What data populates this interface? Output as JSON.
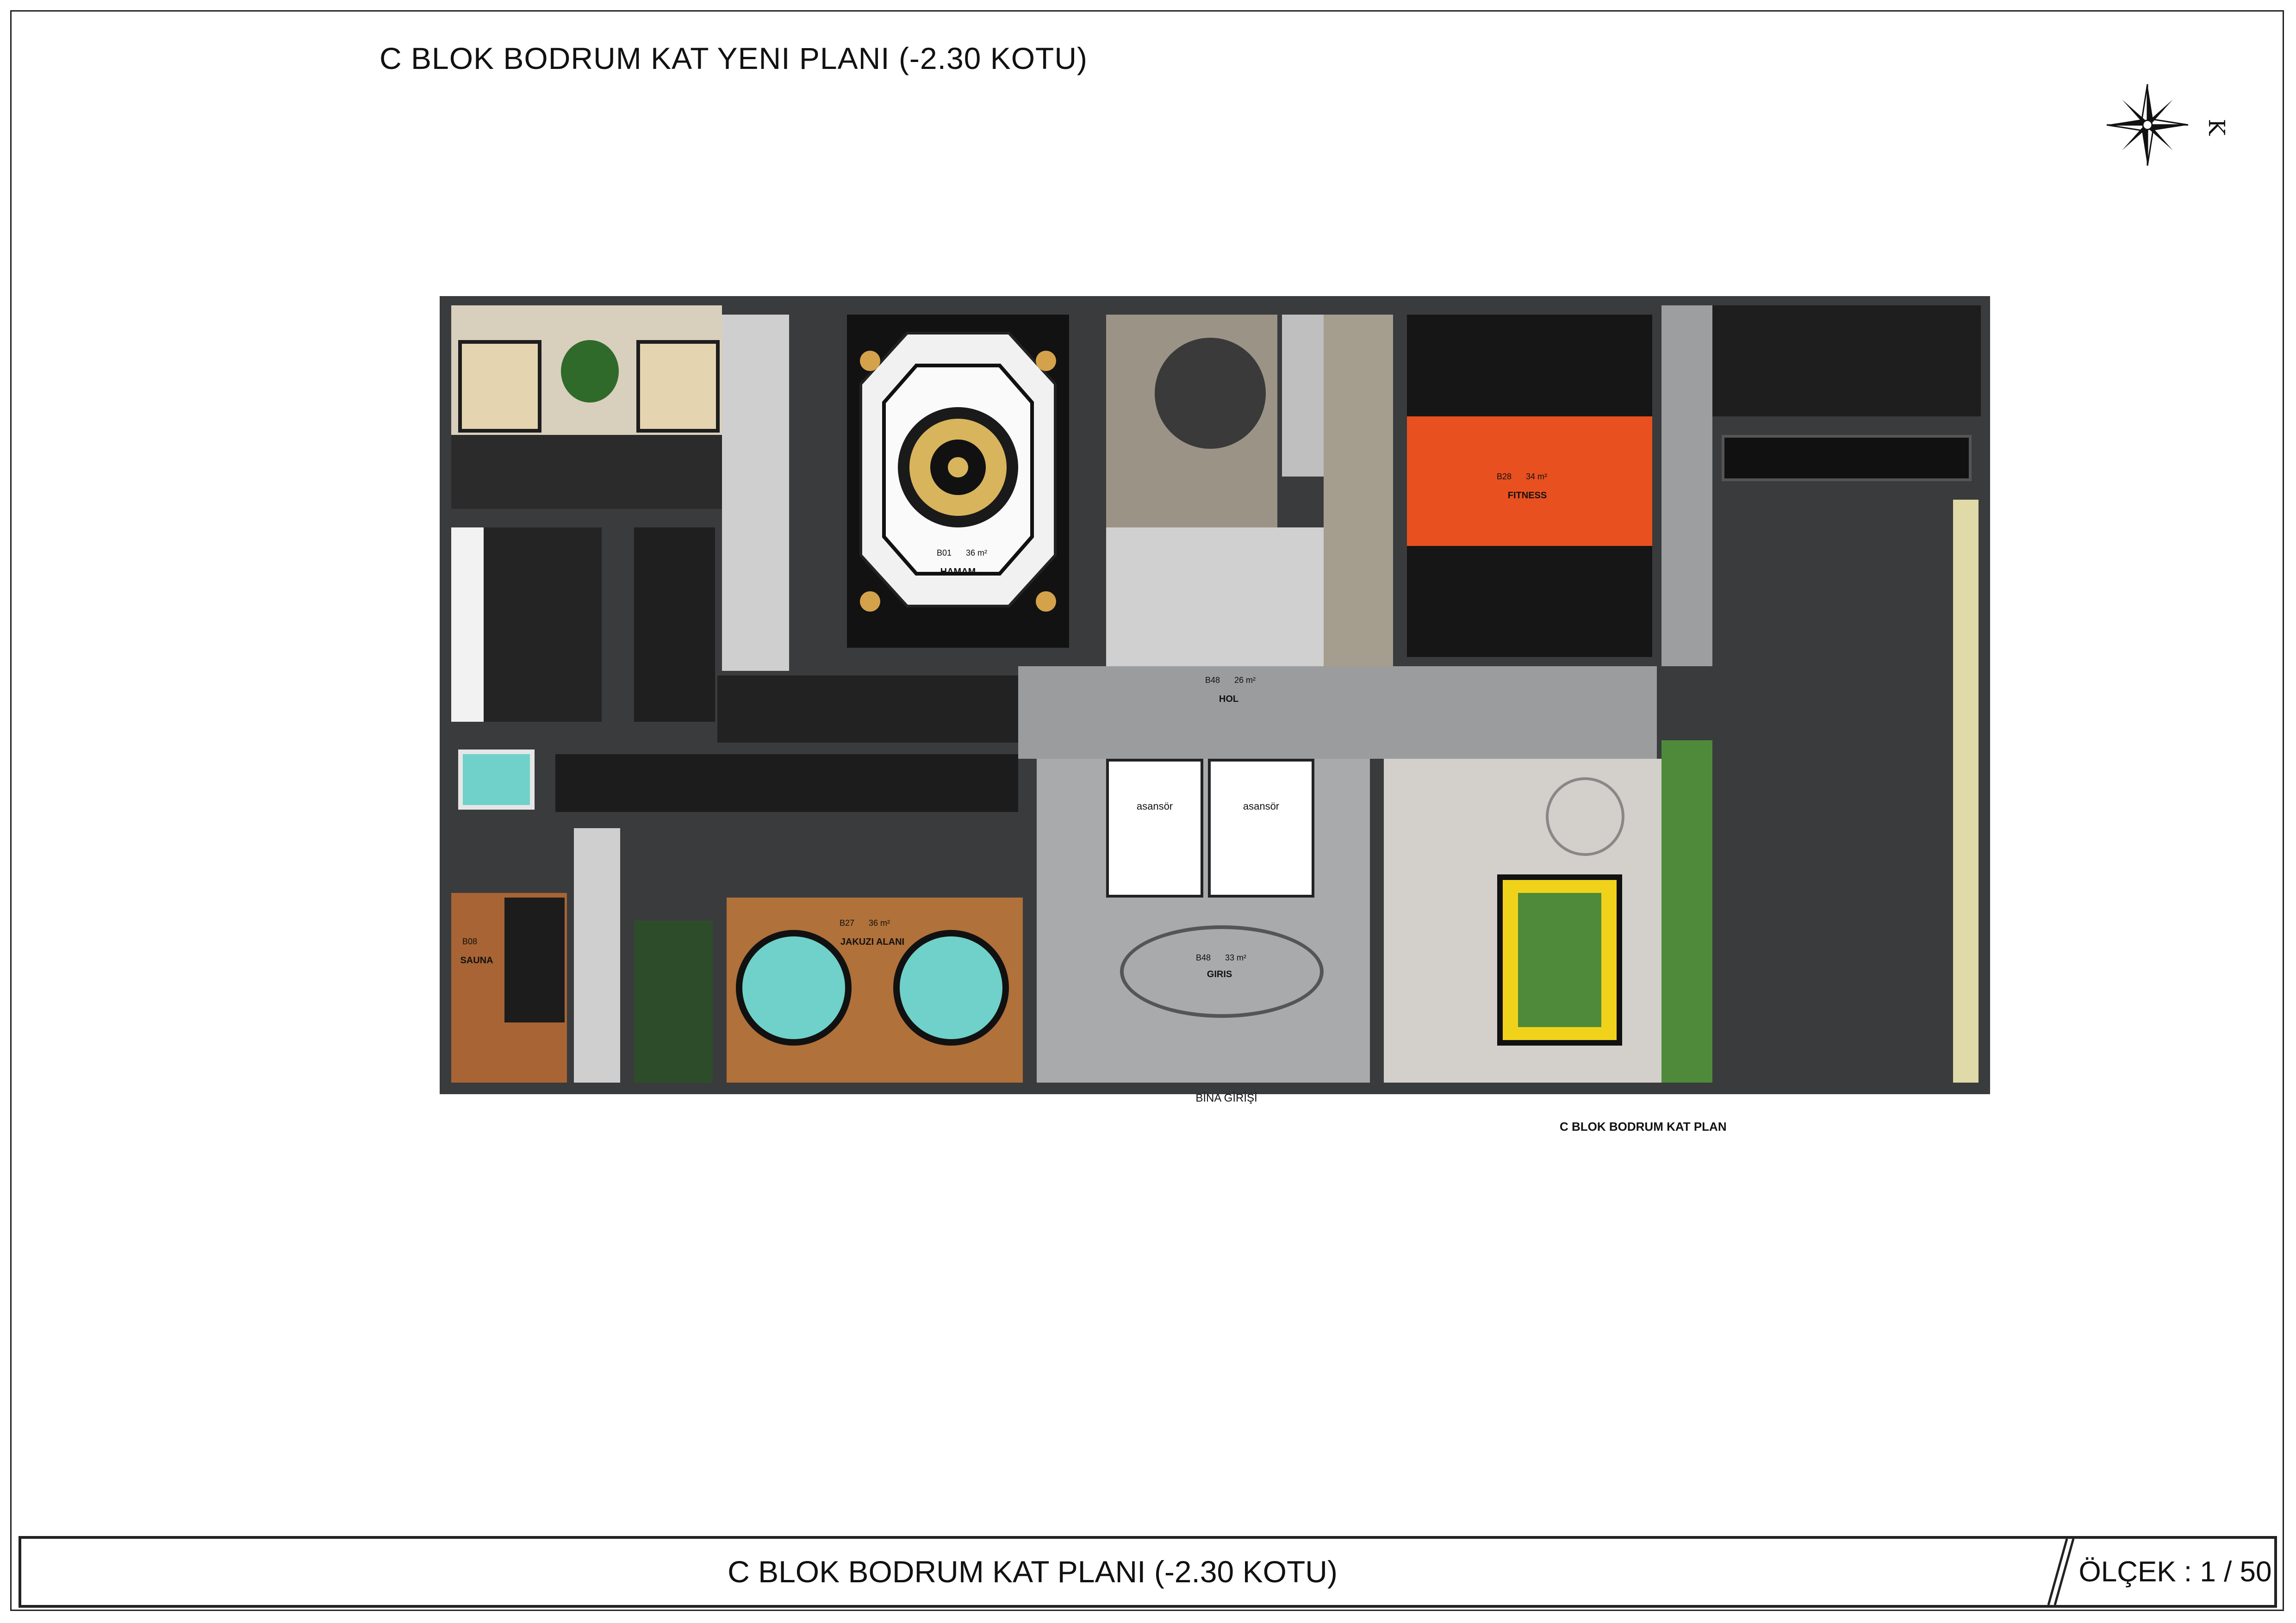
{
  "sheet": {
    "top_title": "C  BLOK  BODRUM  KAT  YENI PLANI  (-2.30 KOTU)",
    "bottom_title": "C  BLOK  BODRUM  KAT  PLANI  (-2.30 KOTU)",
    "scale": "ÖLÇEK : 1 / 50",
    "plan_caption": "C BLOK BODRUM KAT PLAN",
    "entrance_label": "BİNA GİRİŞİ",
    "compass_letter": "K"
  },
  "rooms": {
    "haman": {
      "code": "B01",
      "area": "36 m²",
      "name": "HAMAM"
    },
    "fitness": {
      "code": "B28",
      "area": "34 m²",
      "name": "FITNESS"
    },
    "hol": {
      "code": "B48",
      "area": "26 m²",
      "name": "HOL"
    },
    "giris": {
      "code": "B48",
      "area": "33 m²",
      "name": "GIRIS"
    },
    "jakuzi": {
      "code": "B27",
      "area": "36 m²",
      "name": "JAKUZI ALANI"
    },
    "sauna": {
      "code": "B08",
      "name": "SAUNA"
    },
    "elevator_1": "asansör",
    "elevator_2": "asansör"
  },
  "colors": {
    "fitness_floor": "#e8501f",
    "wood": "#b0713a",
    "pool": "#6fd1c9",
    "grass": "#4e8a3a",
    "hazard": "#f1d21b"
  }
}
